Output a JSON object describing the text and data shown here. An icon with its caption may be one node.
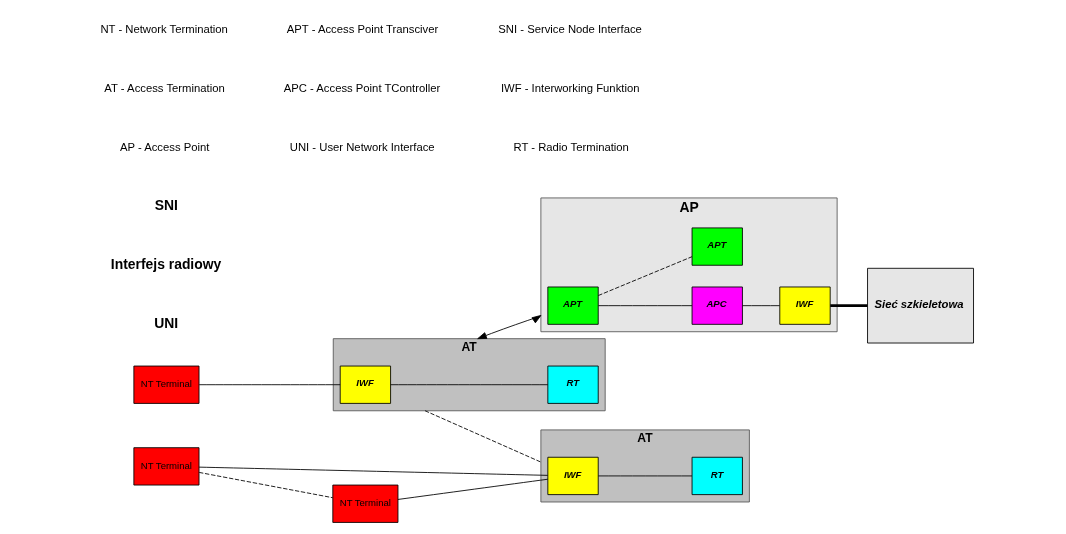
{
  "diagram": {
    "nodes": [
      {
        "text": [
          "NT Terminal"
        ]
      },
      {
        "text": [
          "NT Terminal"
        ]
      },
      {
        "text": [
          "NT Terminal"
        ]
      },
      {
        "text": [
          "AT"
        ]
      },
      {
        "text": [
          "IWF"
        ],
        "in": 3
      },
      {
        "text": [
          "RT"
        ],
        "in": 3
      },
      {
        "text": [
          "AT"
        ]
      },
      {
        "text": [
          "IWF"
        ],
        "in": 6
      },
      {
        "text": [
          "RT"
        ],
        "in": 6
      },
      {
        "text": [
          "AP"
        ]
      },
      {
        "text": [
          "APT"
        ],
        "in": 9
      },
      {
        "text": [
          "APC"
        ],
        "in": 9
      },
      {
        "text": [
          "IWF"
        ],
        "in": 9
      },
      {
        "text": [
          "APT"
        ],
        "in": 9
      },
      {
        "text": [
          "Sieć szkieletowa"
        ]
      }
    ],
    "edges": [
      {
        "from": 0,
        "to": 4,
        "arrow": "none"
      },
      {
        "from": 4,
        "to": 5,
        "arrow": "none"
      },
      {
        "from": 3,
        "to": 6,
        "arrow": "none",
        "style": "dashed"
      },
      {
        "from": 1,
        "to": 7,
        "arrow": "none"
      },
      {
        "from": 2,
        "to": 7,
        "arrow": "none"
      },
      {
        "from": 1,
        "to": 2,
        "arrow": "none",
        "style": "dashed"
      },
      {
        "from": 7,
        "to": 8,
        "arrow": "none"
      },
      {
        "from": 3,
        "to": 9,
        "arrow": "both"
      },
      {
        "from": 10,
        "to": 11,
        "arrow": "none"
      },
      {
        "from": 11,
        "to": 12,
        "arrow": "none"
      },
      {
        "from": 10,
        "to": 13,
        "arrow": "none",
        "style": "dashed"
      },
      {
        "from": 12,
        "to": 14,
        "arrow": "none",
        "style": "thick"
      }
    ],
    "labels": [
      "SNI",
      "Interfejs radiowy",
      "UNI",
      "NT - Network Termination",
      "APT - Access Point Transciver",
      "SNI - Service Node Interface",
      "AT - Access Termination",
      "APC - Access Point TController",
      "IWF - Interworking Funktion",
      "AP - Access Point",
      "UNI - User Network Interface",
      "RT - Radio Termination"
    ]
  }
}
